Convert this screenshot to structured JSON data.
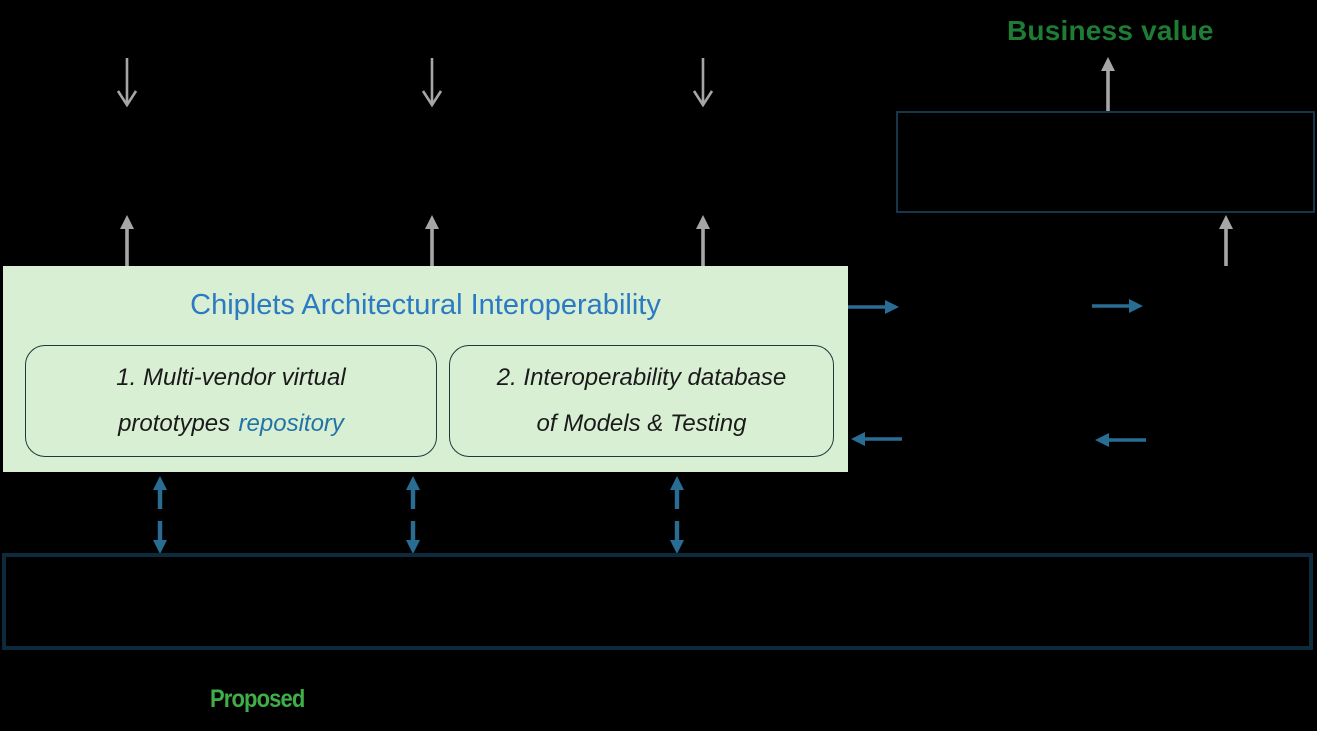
{
  "header": {
    "business_value_label": "Business value"
  },
  "green_panel": {
    "title": "Chiplets Architectural Interoperability",
    "items": [
      {
        "line1": "1. Multi-vendor virtual",
        "line2_plain": "prototypes",
        "line2_highlight": "repository"
      },
      {
        "line1": "2. Interoperability database",
        "line2": "of Models & Testing"
      }
    ]
  },
  "footer": {
    "proposed_label": "Proposed"
  },
  "icons": {
    "gray-down-arrow": "↓",
    "gray-up-arrow": "↑",
    "teal-right-arrow": "→",
    "teal-left-arrow": "←",
    "teal-double-vertical-arrow": "↕"
  },
  "colors": {
    "background": "#000000",
    "arrow_gray": "#a6a6a6",
    "arrow_teal": "#2a6d94",
    "green_fill": "#d9efd4",
    "title_blue": "#2b7ac2",
    "repository_teal": "#2274a5",
    "box_border_navy": "#16374b",
    "bottom_border_navy": "#0d2b3d",
    "rounded_border": "#1e3a3a",
    "business_value_green": "#1e7c34",
    "proposed_green": "#3fae49"
  }
}
